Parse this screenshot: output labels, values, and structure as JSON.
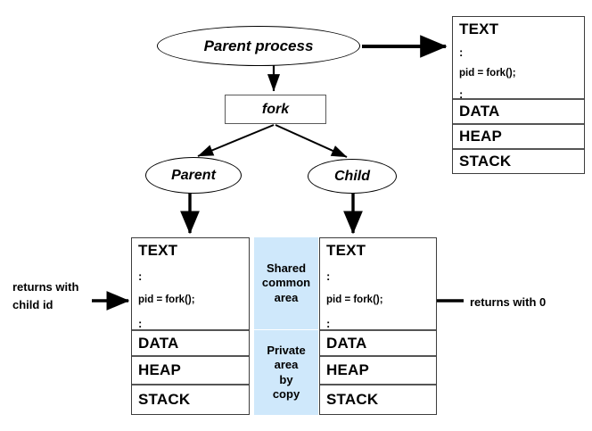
{
  "diagram": {
    "title": "fork() process memory diagram",
    "colors": {
      "shared_area_fill": "#cfe8fb",
      "line": "#000000",
      "box_border": "#3d3d3d"
    }
  },
  "nodes": {
    "parent_process": "Parent process",
    "fork": "fork",
    "parent": "Parent",
    "child": "Child"
  },
  "memory_segments": {
    "text": "TEXT",
    "data": "DATA",
    "heap": "HEAP",
    "stack": "STACK",
    "colon": ":",
    "code": "pid = fork();"
  },
  "middle_column": {
    "shared": {
      "line1": "Shared",
      "line2": "common",
      "line3": "area"
    },
    "private": {
      "line1": "Private",
      "line2": "area",
      "line3": "by",
      "line4": "copy"
    }
  },
  "annotations": {
    "left_return": {
      "line1": "returns with",
      "line2": "child id"
    },
    "right_return": "returns with 0"
  }
}
